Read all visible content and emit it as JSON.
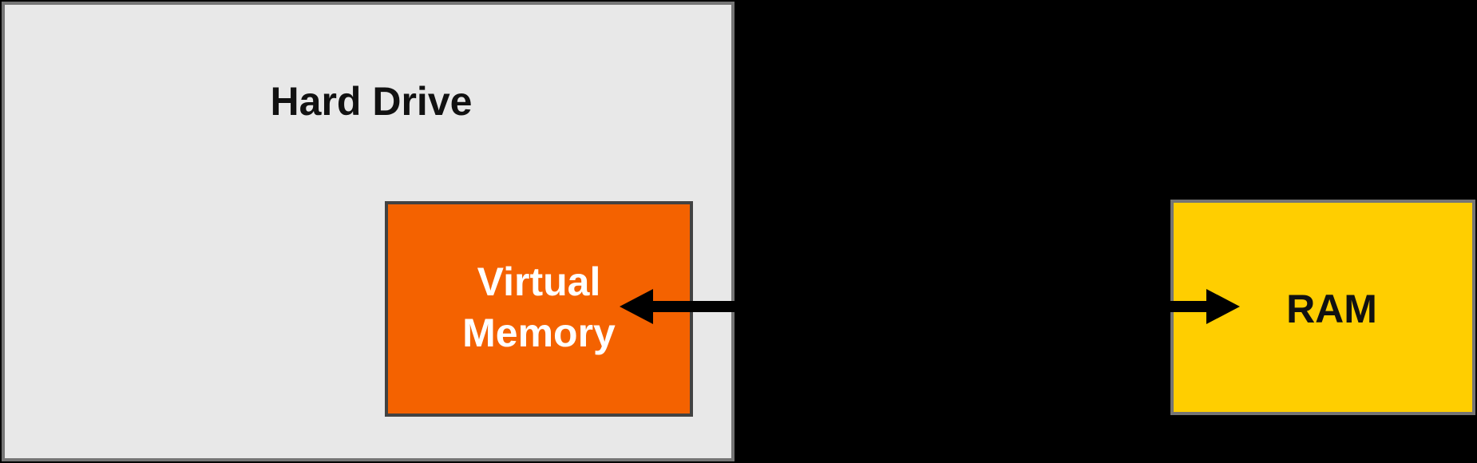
{
  "nodes": {
    "hard_drive": {
      "label": "Hard Drive",
      "fill": "#e8e8e8",
      "border": "#757575"
    },
    "virtual_memory": {
      "label": "Virtual\nMemory",
      "fill": "#f46200",
      "border": "#424242"
    },
    "ram": {
      "label": "RAM",
      "fill": "#ffce00",
      "border": "#757575"
    }
  },
  "colors": {
    "background": "#000000",
    "arrow": "#000000"
  },
  "edges": [
    {
      "from": "ram",
      "to": "virtual_memory",
      "direction": "both"
    }
  ]
}
